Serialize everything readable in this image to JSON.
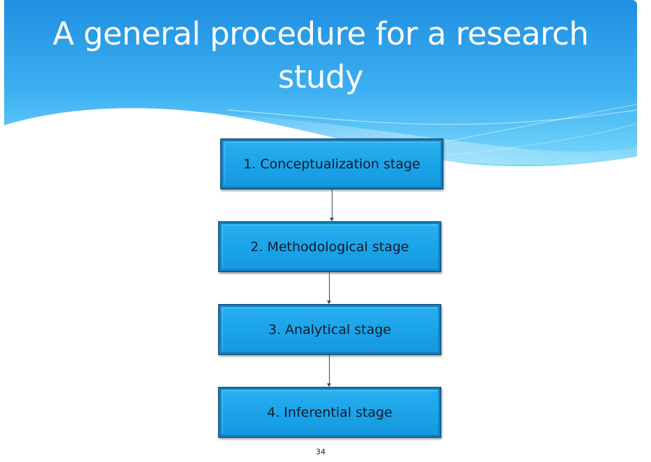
{
  "slide": {
    "title": "A general procedure for a research study",
    "page_number": "34"
  },
  "flowchart": {
    "stages": [
      {
        "label": "1. Conceptualization stage"
      },
      {
        "label": "2. Methodological stage"
      },
      {
        "label": "3. Analytical stage"
      },
      {
        "label": "4. Inferential stage"
      }
    ]
  },
  "colors": {
    "header_gradient_top": "#1f8fe0",
    "header_gradient_bottom": "#6cd2fb",
    "box_fill": "#1fa8ec",
    "box_border": "#0c3f66",
    "title_text": "#ffffff",
    "box_text": "#0d1a2b"
  }
}
